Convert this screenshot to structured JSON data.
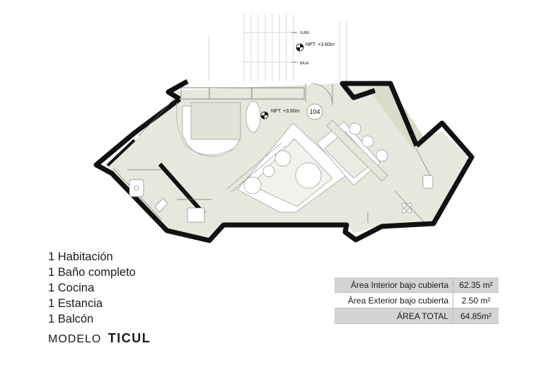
{
  "plan": {
    "stair_up_label": "SUBE",
    "stair_down_label": "BAJA",
    "level_upper": "NPT.  +3.60m",
    "level_unit": "NPT.  +3.60m",
    "unit_number": "104"
  },
  "features": [
    "1 Habitación",
    "1 Baño completo",
    "1 Cocina",
    "1 Estancia",
    "1 Balcón"
  ],
  "model": {
    "prefix": "MODELO",
    "name": "TICUL"
  },
  "area_table": {
    "rows": [
      {
        "label": "Área Interior bajo cubierta",
        "value": "62.35 m²",
        "shaded": true
      },
      {
        "label": "Área Exterior bajo cubierta",
        "value": "2.50 m²",
        "shaded": false
      },
      {
        "label": "ÁREA TOTAL",
        "value": "64.85m²",
        "shaded": true
      }
    ]
  },
  "colors": {
    "wall": "#111111",
    "floor": "#e6e8de",
    "balcony": "#dde0cf",
    "table_shade": "#d4d4d4"
  }
}
